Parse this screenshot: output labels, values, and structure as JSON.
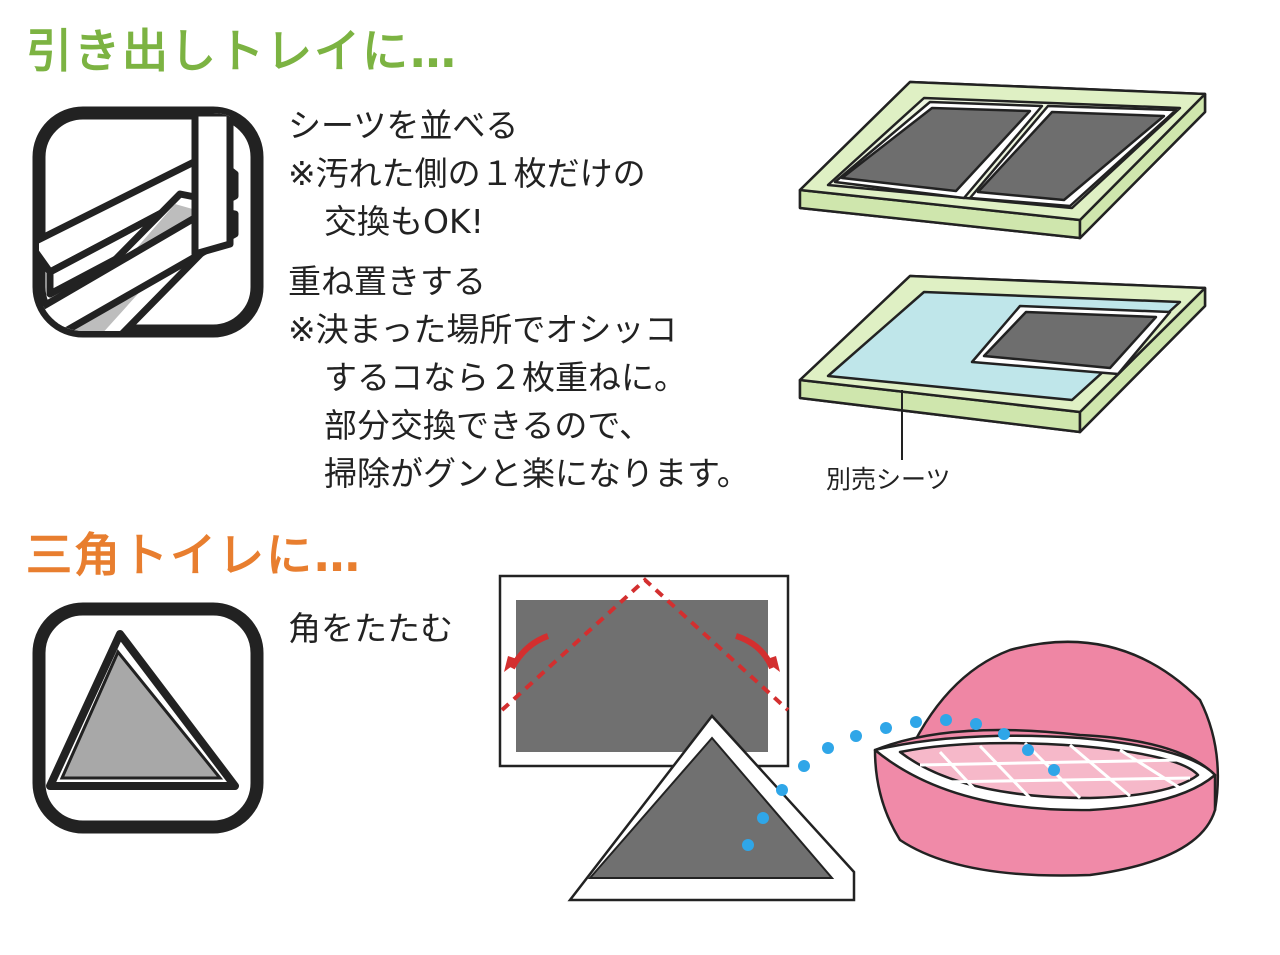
{
  "colors": {
    "heading_green": "#7cb342",
    "heading_orange": "#e87e2f",
    "tray_green": "#dff0c4",
    "sheet_gray": "#707070",
    "sheet_blue": "#bfe6ea",
    "litter_pink": "#ef86a4",
    "fold_red": "#d32f2f",
    "dot_blue": "#2fa6e8"
  },
  "section1": {
    "heading": "引き出しトレイに…",
    "block1": {
      "title": "シーツを並べる",
      "note_line1": "※汚れた側の１枚だけの",
      "note_line2": "交換もOK!"
    },
    "block2": {
      "title": "重ね置きする",
      "note_line1": "※決まった場所でオシッコ",
      "note_line2": "するコなら２枚重ねに。",
      "note_line3": "部分交換できるので、",
      "note_line4": "掃除がグンと楽になります。"
    },
    "callout_label": "別売シーツ"
  },
  "section2": {
    "heading": "三角トイレに…",
    "instruction": "角をたたむ"
  },
  "icons": {
    "drawer": "drawer-tray-icon",
    "triangle": "triangle-sheet-icon"
  }
}
